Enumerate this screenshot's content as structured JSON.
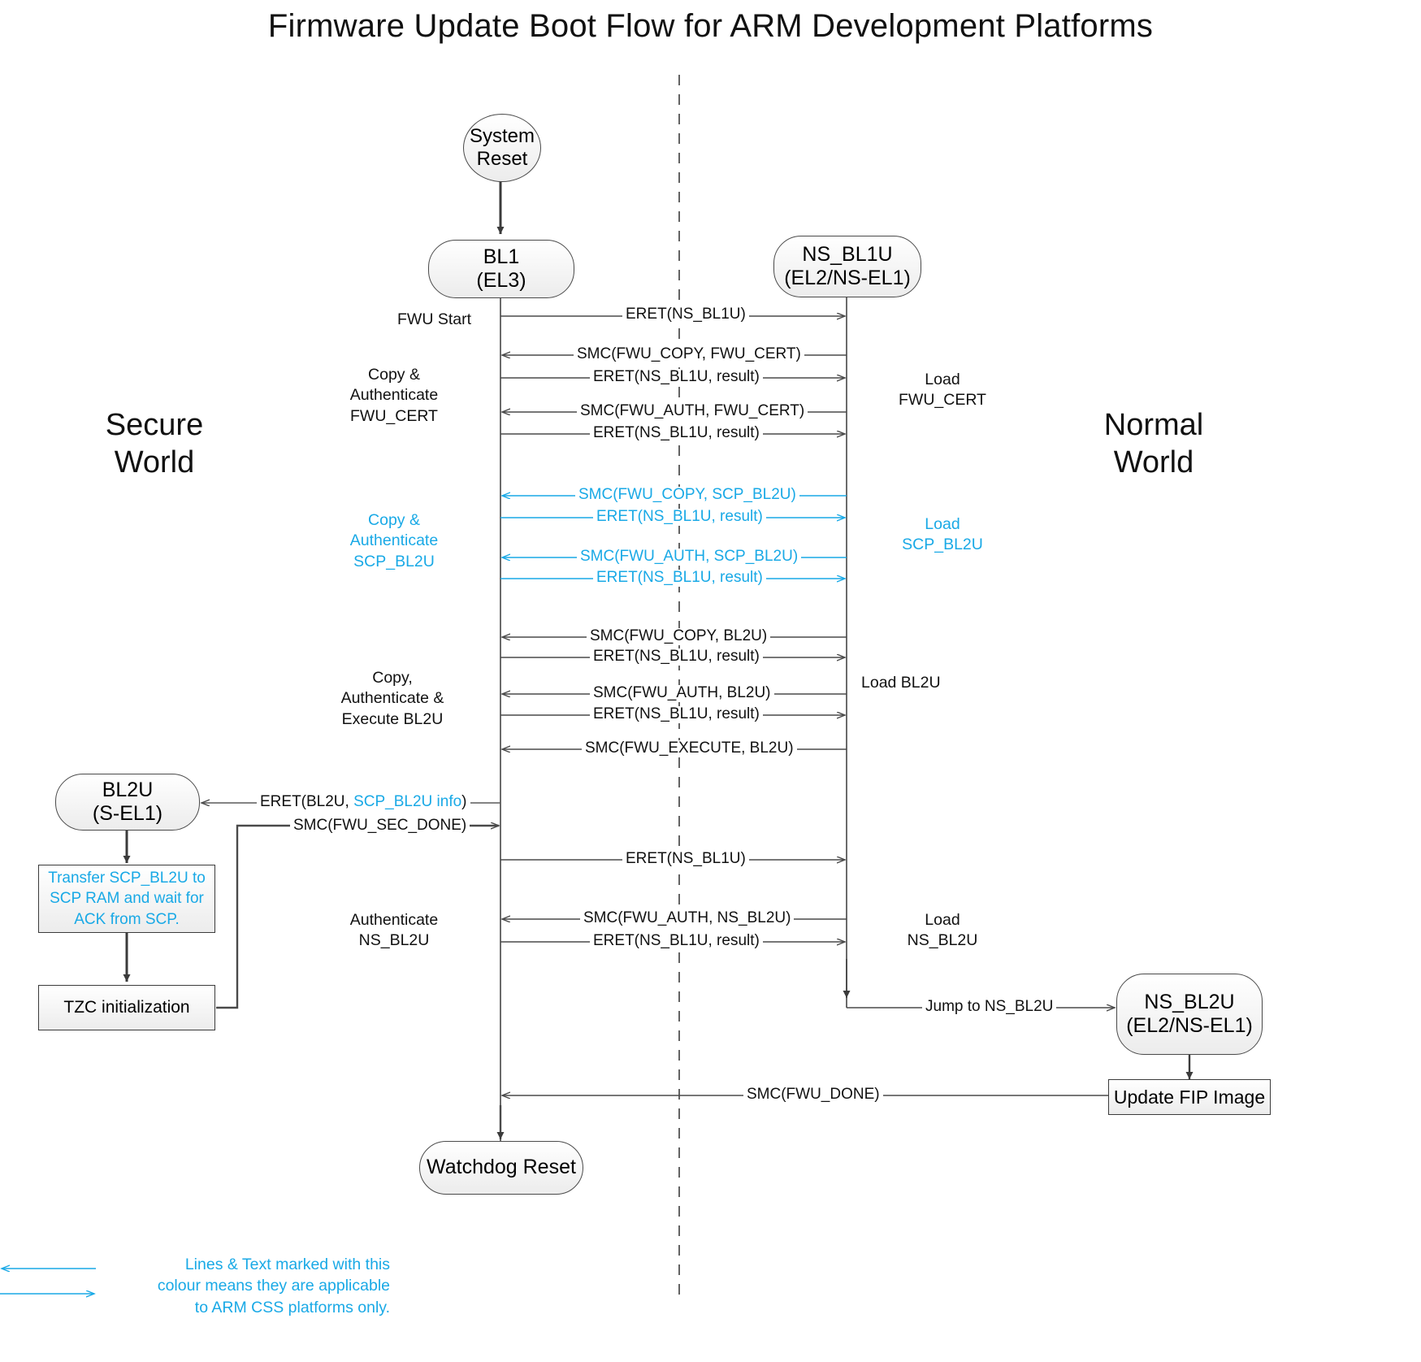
{
  "title": "Firmware Update Boot Flow for ARM Development Platforms",
  "colors": {
    "css_accent": "#19a9e6",
    "line": "#4a4a4a",
    "node_border": "#4a4a4a",
    "node_fill_top": "#ffffff",
    "node_fill_bottom": "#ececec",
    "text": "#000000"
  },
  "worlds": {
    "left_line1": "Secure",
    "left_line2": "World",
    "right_line1": "Normal",
    "right_line2": "World"
  },
  "nodes": {
    "system_reset": {
      "line1": "System",
      "line2": "Reset"
    },
    "bl1": {
      "line1": "BL1",
      "line2": "(EL3)"
    },
    "ns_bl1u": {
      "line1": "NS_BL1U",
      "line2": "(EL2/NS-EL1)"
    },
    "bl2u": {
      "line1": "BL2U",
      "line2": "(S-EL1)"
    },
    "ns_bl2u": {
      "line1": "NS_BL2U",
      "line2": "(EL2/NS-EL1)"
    },
    "watchdog_reset": {
      "line1": "Watchdog Reset"
    },
    "transfer_scp": {
      "line1": "Transfer SCP_BL2U to",
      "line2": "SCP RAM and wait for",
      "line3": "ACK from SCP."
    },
    "tzc_init": {
      "line1": "TZC initialization"
    },
    "update_fip": {
      "line1": "Update FIP Image"
    }
  },
  "messages": [
    {
      "id": "m1",
      "text": "ERET(NS_BL1U)",
      "css": false
    },
    {
      "id": "m2",
      "text": "SMC(FWU_COPY, FWU_CERT)",
      "css": false
    },
    {
      "id": "m3",
      "text": "ERET(NS_BL1U, result)",
      "css": false
    },
    {
      "id": "m4",
      "text": "SMC(FWU_AUTH, FWU_CERT)",
      "css": false
    },
    {
      "id": "m5",
      "text": "ERET(NS_BL1U, result)",
      "css": false
    },
    {
      "id": "m6",
      "text": "SMC(FWU_COPY, SCP_BL2U)",
      "css": true
    },
    {
      "id": "m7",
      "text": "ERET(NS_BL1U, result)",
      "css": true
    },
    {
      "id": "m8",
      "text": "SMC(FWU_AUTH, SCP_BL2U)",
      "css": true
    },
    {
      "id": "m9",
      "text": "ERET(NS_BL1U, result)",
      "css": true
    },
    {
      "id": "m10",
      "text": "SMC(FWU_COPY, BL2U)",
      "css": false
    },
    {
      "id": "m11",
      "text": "ERET(NS_BL1U, result)",
      "css": false
    },
    {
      "id": "m12",
      "text": "SMC(FWU_AUTH, BL2U)",
      "css": false
    },
    {
      "id": "m13",
      "text": "ERET(NS_BL1U, result)",
      "css": false
    },
    {
      "id": "m14",
      "text": "SMC(FWU_EXECUTE, BL2U)",
      "css": false
    },
    {
      "id": "m15",
      "text_a": "ERET(BL2U, ",
      "text_b": "SCP_BL2U info",
      "text_c": ")",
      "css": "mixed"
    },
    {
      "id": "m16",
      "text": "SMC(FWU_SEC_DONE)",
      "css": false
    },
    {
      "id": "m17",
      "text": "ERET(NS_BL1U)",
      "css": false
    },
    {
      "id": "m18",
      "text": "SMC(FWU_AUTH, NS_BL2U)",
      "css": false
    },
    {
      "id": "m19",
      "text": "ERET(NS_BL1U, result)",
      "css": false
    },
    {
      "id": "m20",
      "text": "Jump to NS_BL2U",
      "css": false
    },
    {
      "id": "m21",
      "text": "SMC(FWU_DONE)",
      "css": false
    }
  ],
  "side_labels": {
    "fwu_start": "FWU Start",
    "copy_auth_cert": [
      "Copy &",
      "Authenticate",
      "FWU_CERT"
    ],
    "load_fwu_cert": [
      "Load",
      "FWU_CERT"
    ],
    "copy_auth_scp": [
      "Copy &",
      "Authenticate",
      "SCP_BL2U"
    ],
    "load_scp_bl2u": [
      "Load",
      "SCP_BL2U"
    ],
    "copy_auth_exec_bl2u": [
      "Copy,",
      "Authenticate &",
      "Execute BL2U"
    ],
    "load_bl2u": [
      "Load BL2U"
    ],
    "authenticate_ns_bl2u": [
      "Authenticate",
      "NS_BL2U"
    ],
    "load_ns_bl2u": [
      "Load",
      "NS_BL2U"
    ]
  },
  "legend": {
    "line1": "Lines & Text marked with this",
    "line2": "colour means they are applicable",
    "line3": "to ARM CSS platforms only."
  }
}
